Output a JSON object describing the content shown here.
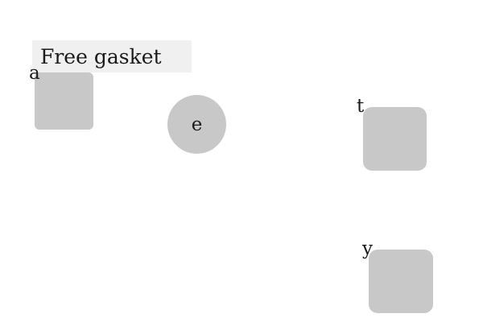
{
  "banner": {
    "text": "Free gasket"
  },
  "items": {
    "a": {
      "label": "a"
    },
    "e": {
      "label": "e"
    },
    "t": {
      "label": "t"
    },
    "y": {
      "label": "y"
    }
  },
  "colors": {
    "tile": "#c8c8c8",
    "banner_bg": "#f0f0f0",
    "text": "#1a1a1a"
  }
}
